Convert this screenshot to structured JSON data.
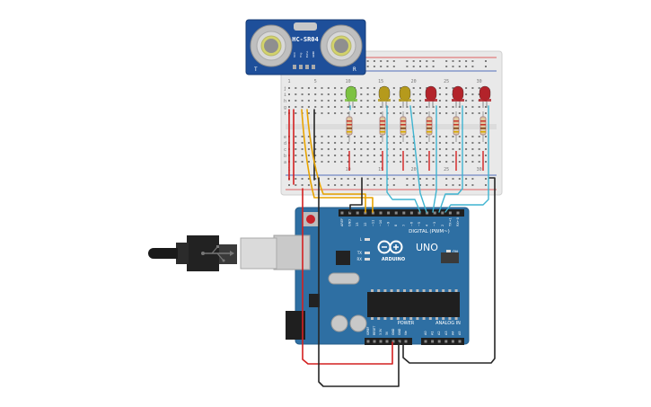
{
  "sensor": {
    "model": "HC-SR04",
    "left_mark": "T",
    "right_mark": "R",
    "pins": [
      "VCC",
      "Trig",
      "Echo",
      "GND"
    ]
  },
  "breadboard": {
    "row_letters_top": [
      "j",
      "i",
      "h",
      "g",
      "f"
    ],
    "row_letters_bottom": [
      "e",
      "d",
      "c",
      "b",
      "a"
    ],
    "column_numbers": [
      "1",
      "5",
      "10",
      "15",
      "20",
      "25",
      "30"
    ]
  },
  "leds": [
    {
      "color": "green",
      "hex": "#7cc242"
    },
    {
      "color": "yellow",
      "hex": "#b59a1c"
    },
    {
      "color": "yellow",
      "hex": "#b59a1c"
    },
    {
      "color": "red",
      "hex": "#b3232a"
    },
    {
      "color": "red",
      "hex": "#b3232a"
    },
    {
      "color": "red",
      "hex": "#b3232a"
    }
  ],
  "arduino": {
    "brand": "ARDUINO",
    "model": "UNO",
    "digital_label": "DIGITAL (PWM~)",
    "power_label": "POWER",
    "analog_label": "ANALOG IN",
    "on_label": "ON",
    "led_labels": [
      "L",
      "TX",
      "RX"
    ],
    "digital_pins": [
      "AREF",
      "GND",
      "13",
      "12",
      "~11",
      "~10",
      "~9",
      "8",
      "7",
      "~6",
      "~5",
      "4",
      "~3",
      "2",
      "TX→1",
      "RX←0"
    ],
    "power_pins": [
      "IOREF",
      "RESET",
      "3.3V",
      "5V",
      "GND",
      "GND",
      "Vin"
    ],
    "analog_pins": [
      "A0",
      "A1",
      "A2",
      "A3",
      "A4",
      "A5"
    ]
  },
  "colors": {
    "board_blue": "#2e6fa3",
    "wire_red": "#d42020",
    "wire_black": "#262626",
    "wire_orange": "#e8a400",
    "wire_cyan": "#3fb4d0"
  }
}
